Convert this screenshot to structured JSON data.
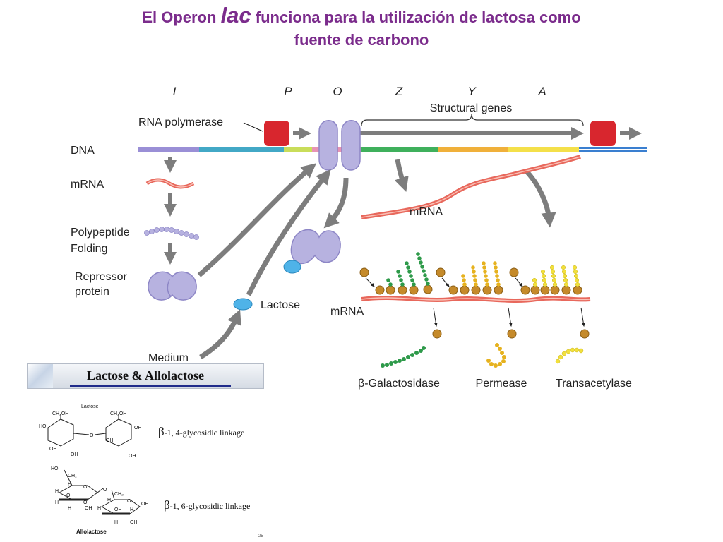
{
  "title": {
    "line1_prefix": "El Operon ",
    "line1_italic": "lac",
    "line1_suffix": " funciona para la utilización de lactosa como",
    "line2": "fuente de carbono"
  },
  "gene_letters": [
    "I",
    "P",
    "O",
    "Z",
    "Y",
    "A"
  ],
  "labels": {
    "rna_polymerase": "RNA polymerase",
    "structural_genes": "Structural genes",
    "dna": "DNA",
    "mrna": "mRNA",
    "polypeptide": "Polypeptide",
    "folding": "Folding",
    "repressor": "Repressor",
    "protein": "protein",
    "lactose": "Lactose",
    "medium": "Medium",
    "mrna_right": "mRNA",
    "mrna_ribosomes": "mRNA"
  },
  "products": [
    "β-Galactosidase",
    "Permease",
    "Transacetylase"
  ],
  "caption": "Lactose & Allolactose",
  "structures": {
    "lactose_title": "Lactose",
    "allolactose_title": "Allolactose",
    "linkage1_symbol": "β",
    "linkage1_text": "-1, 4-glycosidic linkage",
    "linkage2_symbol": "β",
    "linkage2_text": "-1, 6-glycosidic linkage",
    "atoms_lactose": [
      "CH₂OH",
      "HO",
      "OH",
      "OH",
      "O",
      "CH₂OH",
      "OH",
      "OH",
      "OH"
    ],
    "atoms_allolactose": [
      "HO",
      "CH₂",
      "H",
      "O",
      "H",
      "OH",
      "H",
      "OH",
      "H",
      "OH",
      "O",
      "CH₂",
      "H",
      "O",
      "OH",
      "H",
      "OH",
      "H",
      "H",
      "OH"
    ]
  },
  "slide_number": "25",
  "colors": {
    "title": "#7b2c8c",
    "arrow": "#7d7d7d",
    "repressor": "#b7b2e0",
    "polymerase": "#d8262e",
    "mrna": "#e8685c",
    "ribosome": "#c58a2a",
    "galactosidase": "#2e9a4a",
    "permease": "#e6b21f",
    "transacetylase": "#f2e03c",
    "lactose": "#4fb3e8"
  }
}
